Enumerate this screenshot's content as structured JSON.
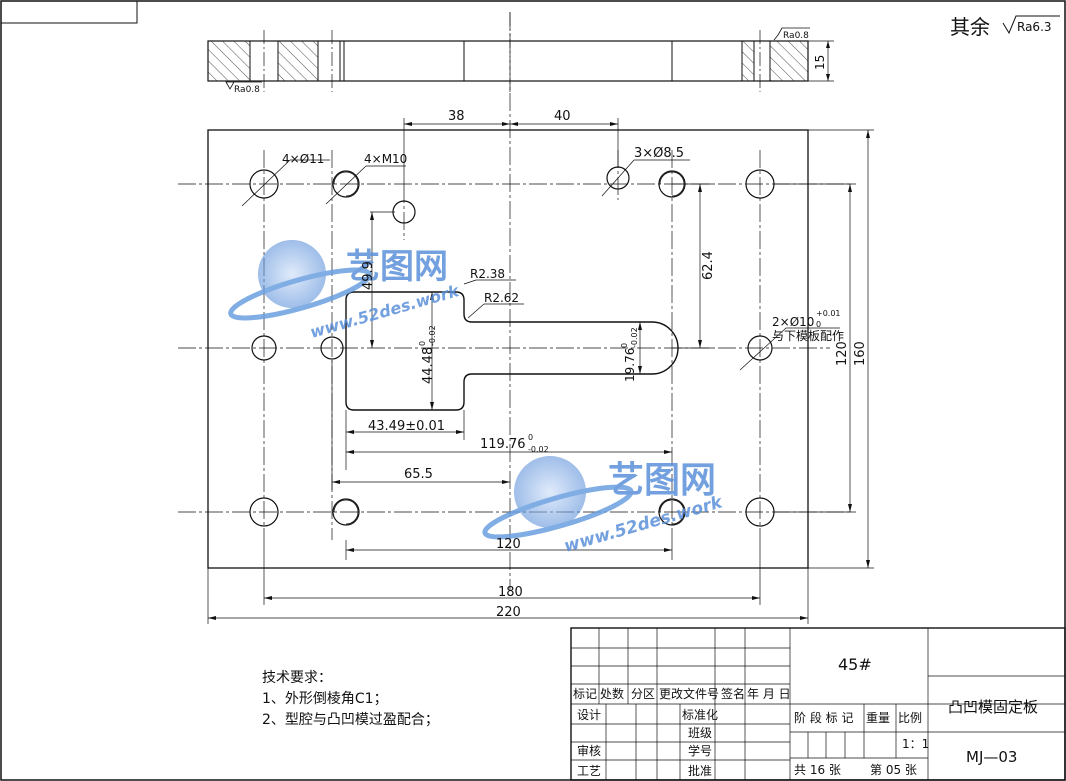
{
  "roughness": {
    "general_prefix": "其余",
    "general_value": "Ra6.3",
    "top_face": "Ra0.8",
    "bottom_face": "Ra0.8"
  },
  "section": {
    "thickness": "15"
  },
  "dimensions": {
    "d38": "38",
    "d40": "40",
    "d62_4": "62.4",
    "d49_9": "49.9",
    "r238": "R2.38",
    "r262": "R2.62",
    "d4448": "44.48",
    "d4448_tol": "0",
    "d4448_tol2": "-0.02",
    "d1976": "19.76",
    "d1976_tol": "0",
    "d1976_tol2": "-0.02",
    "d4349": "43.49±0.01",
    "d11976": "119.76",
    "d11976_tol": "0",
    "d11976_tol2": "-0.02",
    "d655": "65.5",
    "d120h": "120",
    "d180": "180",
    "d220": "220",
    "d120v": "120",
    "d160v": "160"
  },
  "callouts": {
    "holes_11": "4×Ø11",
    "holes_m10": "4×M10",
    "holes_85": "3×Ø8.5",
    "pins_10": "2×Ø10",
    "pins_10_tol": "+0.01",
    "pins_10_tol2": "0",
    "pins_note": "与下模板配作"
  },
  "watermark": {
    "brand": "艺图网",
    "url": "www.52des.work"
  },
  "notes": {
    "heading": "技术要求：",
    "line1": "1、外形倒棱角C1；",
    "line2": "2、型腔与凸凹模过盈配合；"
  },
  "title_block": {
    "material": "45#",
    "part_name": "凸凹模固定板",
    "drawing_no": "MJ—03",
    "scale": "1：1",
    "sheet_total": "共 16 张",
    "sheet_no": "第 05 张",
    "rev_headers": [
      "标记",
      "处数",
      "分区",
      "更改文件号",
      "签名",
      "年 月 日"
    ],
    "stage_headers": [
      "阶 段 标 记",
      "重量",
      "比例"
    ],
    "roles": [
      "设计",
      "审核",
      "工艺"
    ],
    "roles2": [
      "标准化",
      "班级",
      "学号",
      "批准"
    ]
  }
}
